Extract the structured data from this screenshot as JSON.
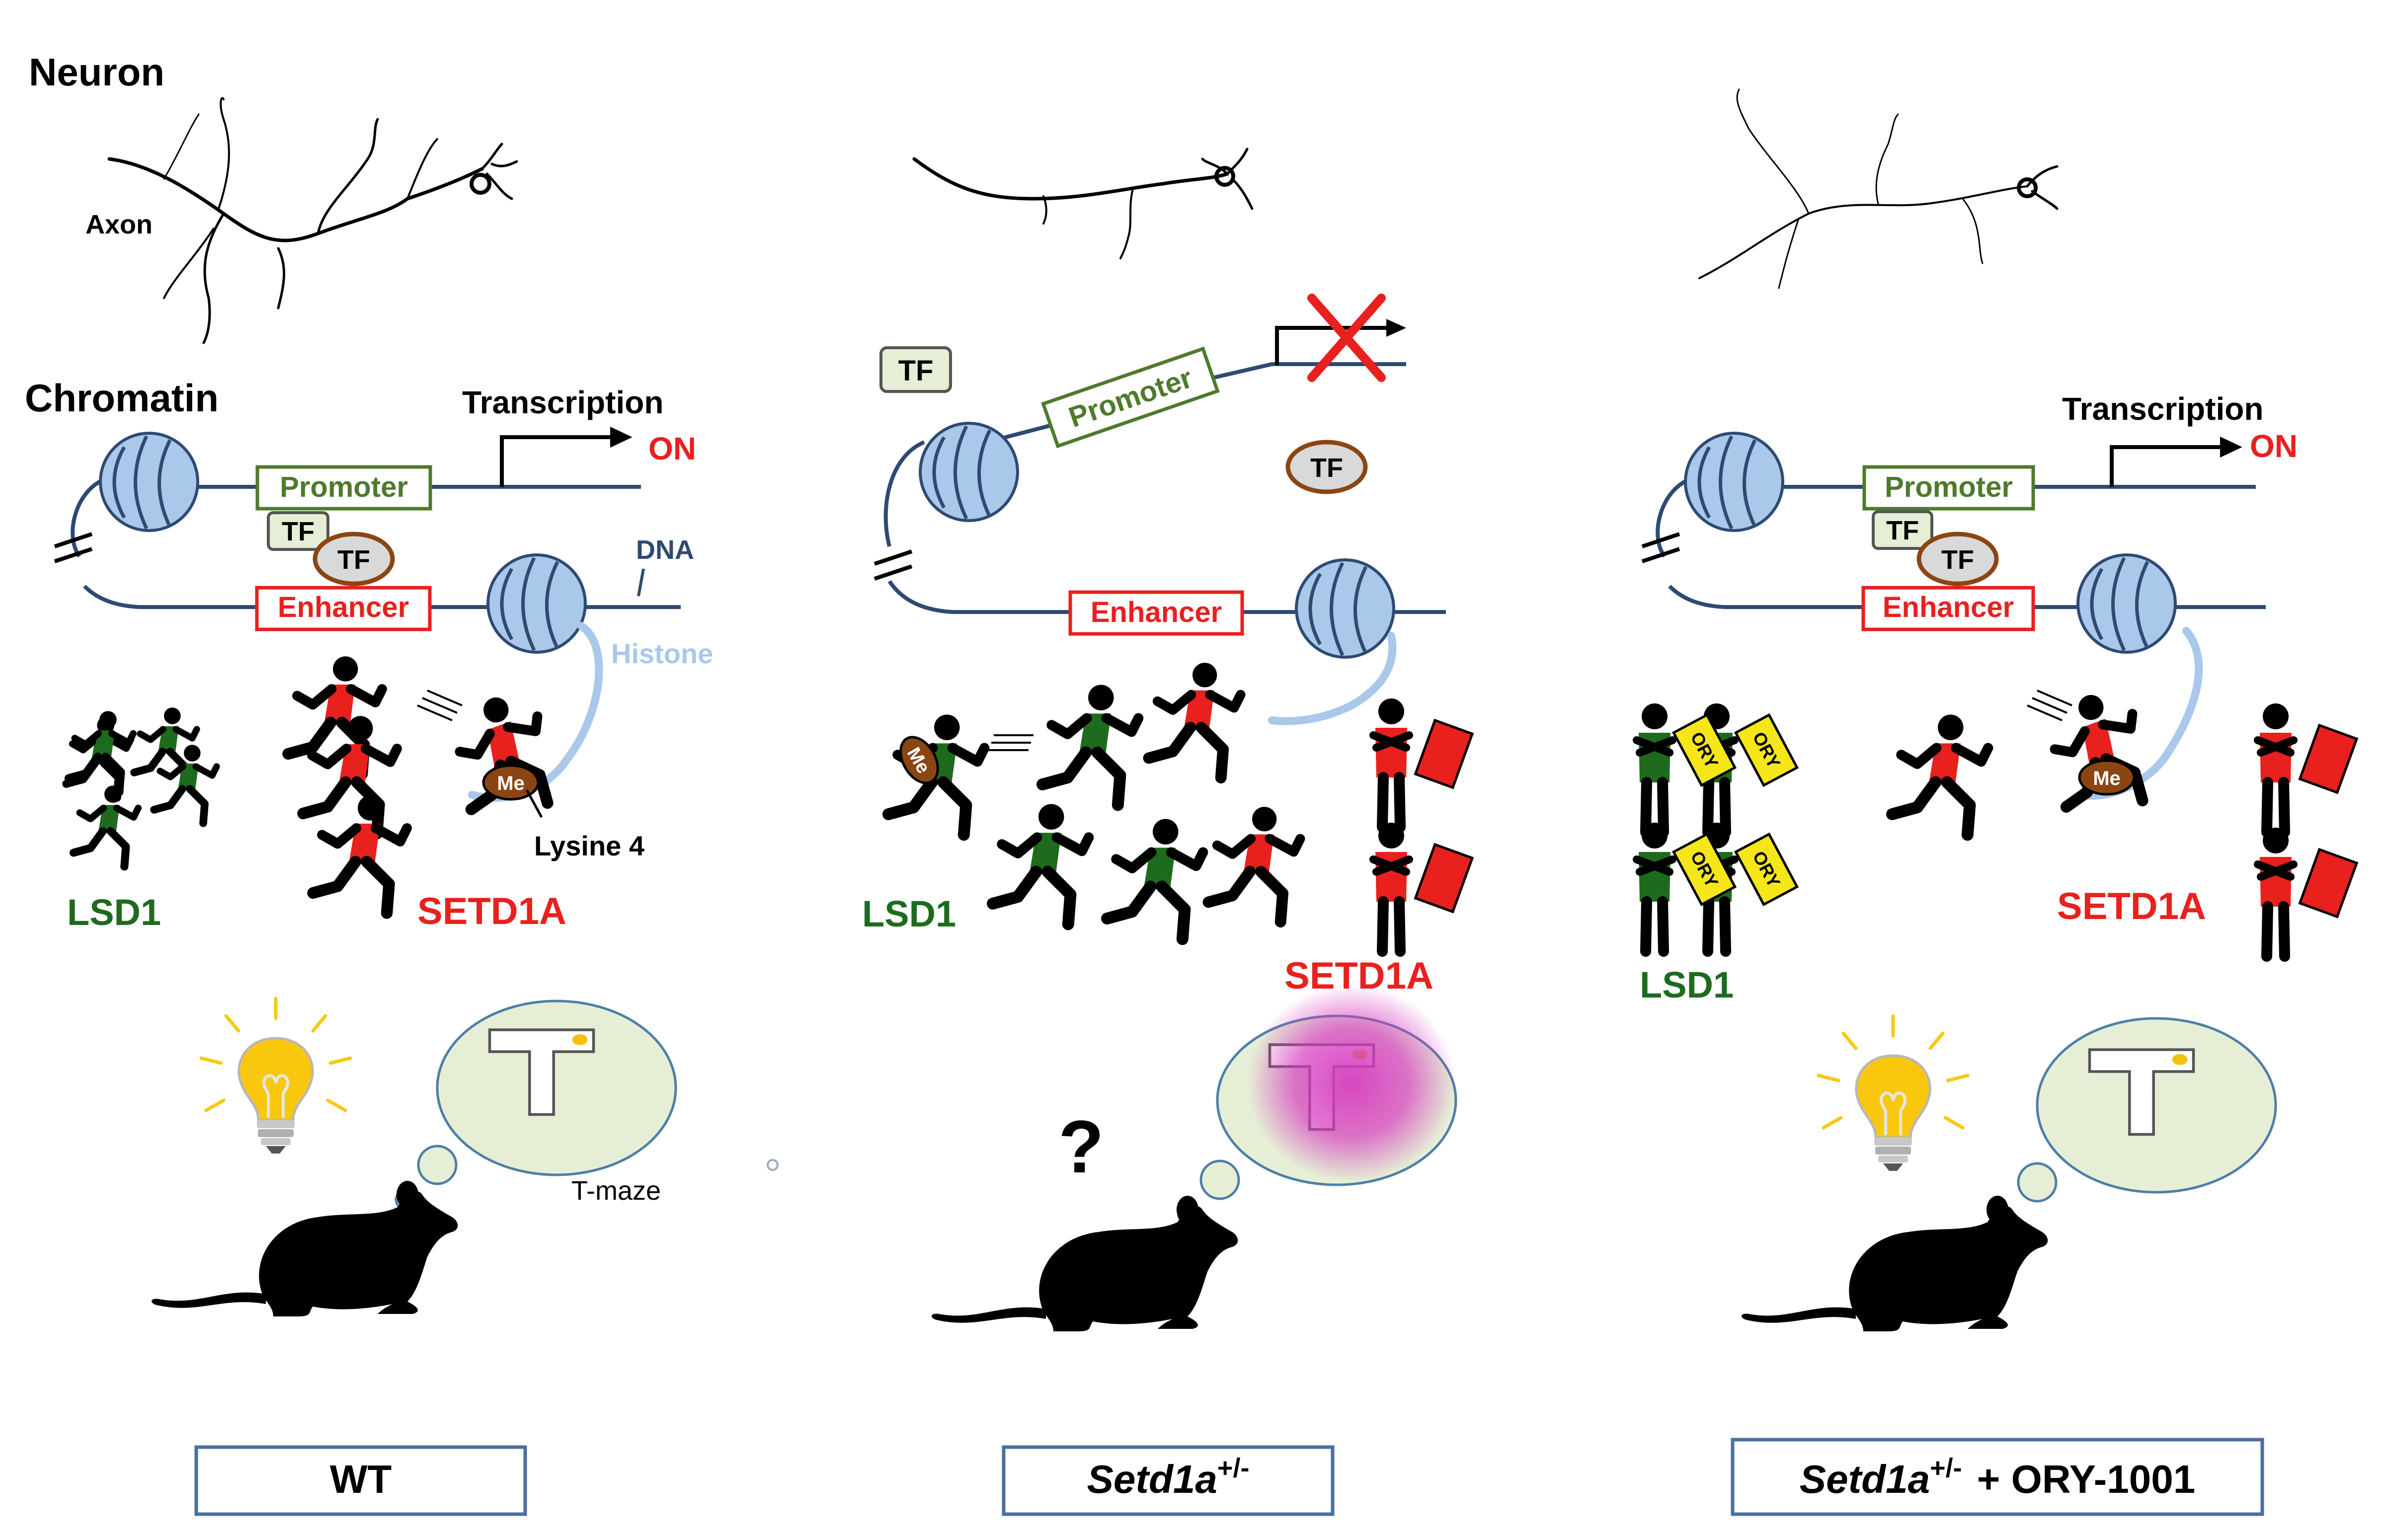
{
  "labels": {
    "neuron": "Neuron",
    "axon": "Axon",
    "chromatin": "Chromatin",
    "transcription": "Transcription",
    "on": "ON",
    "promoter": "Promoter",
    "enhancer": "Enhancer",
    "tf": "TF",
    "dna": "DNA",
    "histone": "Histone",
    "me": "Me",
    "lysine4": "Lysine 4",
    "lsd1": "LSD1",
    "setd1a": "SETD1A",
    "ory": "ORY",
    "tmaze": "T-maze",
    "question": "?"
  },
  "panels": [
    {
      "id": "wt",
      "title": "WT"
    },
    {
      "id": "het",
      "title_italic": "Setd1a",
      "title_sup": "+/-"
    },
    {
      "id": "treated",
      "title_italic": "Setd1a",
      "title_sup": "+/-",
      "title_suffix": "+ ORY-1001"
    }
  ],
  "colors": {
    "lsd1_green": "#1e6b1e",
    "setd1a_red": "#e8201e",
    "promoter_green": "#4e7a2c",
    "dna_blue": "#2e4a72",
    "histone_blue": "#a9c8ea",
    "bubble_green": "#e6efd6",
    "ory_yellow": "#f5e61a",
    "me_brown": "#8b4513",
    "haze_pink": "#d63dc0"
  }
}
